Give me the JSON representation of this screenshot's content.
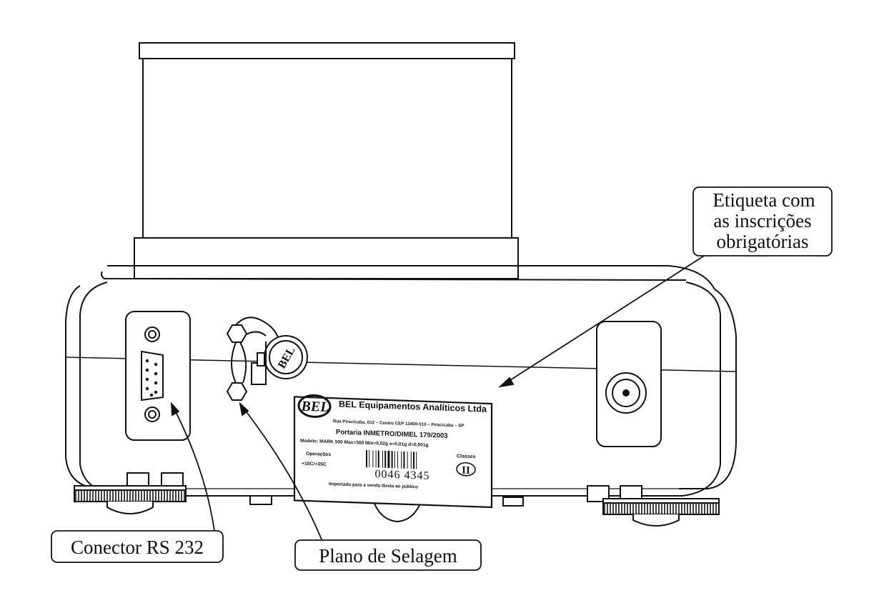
{
  "callouts": {
    "label": [
      "Etiqueta com",
      "as inscrições",
      "obrigatórias"
    ],
    "rs232": "Conector RS 232",
    "seal_plane": "Plano de Selagem"
  },
  "seal": {
    "text": "BEL"
  },
  "plate": {
    "logo": "BEL",
    "company": "BEL Equipamentos Analíticos Ltda",
    "address": "Rua Piracicaba, 012 – Centro CEP 13400-010 – Piracicaba – SP",
    "portaria": "Portaria INMETRO/DIMEL 179/2003",
    "model_line": "Modelo: MARK 500  Max=500  Min=0,02g  e=0,01g  d=0,001g",
    "operations_label": "Operações",
    "operations_value": "+10C/+35C",
    "barcode_number": "0046 4345",
    "class_label": "Classes",
    "class_value": "II",
    "footer": "Importado para a venda direta ao público"
  }
}
